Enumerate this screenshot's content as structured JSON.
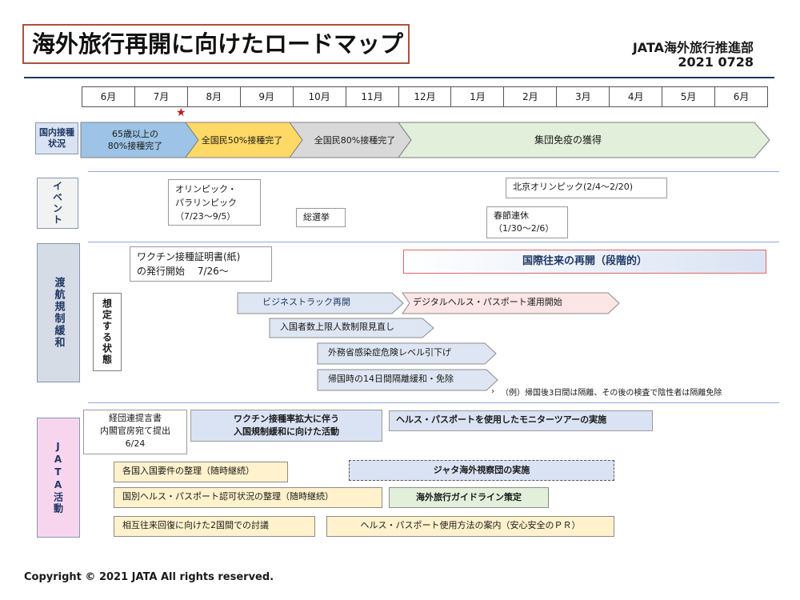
{
  "header": {
    "title": "海外旅行再開に向けたロードマップ",
    "org": "JATA海外旅行推進部",
    "date": "2021 0728"
  },
  "months": [
    "6月",
    "7月",
    "8月",
    "9月",
    "10月",
    "11月",
    "12月",
    "1月",
    "2月",
    "3月",
    "4月",
    "5月",
    "6月"
  ],
  "sections": {
    "vaccination": "国内接種\n状況",
    "events": "イベント",
    "travel": "渡航規制緩和",
    "jata": "JATA活動",
    "assumed": "想定する状態"
  },
  "vaccination_stages": [
    {
      "label": "65歳以上の\n80%接種完了",
      "color": "#9dc3e6"
    },
    {
      "label": "全国民50%接種完了",
      "color": "#ffd966"
    },
    {
      "label": "全国民80%接種完了",
      "color": "#d9d9d9"
    },
    {
      "label": "集団免疫の獲得",
      "color": "#e2efda"
    }
  ],
  "events": {
    "olympics": "オリンピック・\nパラリンピック\n（7/23～9/5）",
    "election": "総選挙",
    "beijing": "北京オリンピック(2/4～2/20)",
    "spring": "春節連休\n（1/30～2/6）"
  },
  "travel": {
    "certificate": "ワクチン接種証明書(紙)\nの発行開始　 7/26～",
    "intl_resume": "国際往来の再開（段階的）",
    "business_track": "ビジネストラック再開",
    "digital_passport": "デジタルヘルス・パスポート運用開始",
    "entry_limit": "入国者数上限人数制限見直し",
    "risk_level": "外務省感染症危険レベル引下げ",
    "quarantine": "帰国時の14日間隔離緩和・免除",
    "example": "（例）帰国後3日間は隔離、その後の検査で陰性者は隔離免除"
  },
  "jata": {
    "proposal": "経団連提言書\n内閣官房宛て提出\n6/24",
    "vaccine_expand": "ワクチン接種率拡大に伴う\n入国規制緩和に向けた活動",
    "monitor_tour": "ヘルス・パスポートを使用したモニターツアーの実施",
    "entry_req": "各国入国要件の整理（随時継続）",
    "jakarta": "ジャタ海外視察団の実施",
    "passport_status": "国別ヘルス・パスポート認可状況の整理（随時継続）",
    "guideline": "海外旅行ガイドライン策定",
    "bilateral": "相互往来回復に向けた2国間での討議",
    "passport_guide": "ヘルス・パスポート使用方法の案内（安心安全のＰＲ）"
  },
  "footer": {
    "copyright": "Copyright © 2021  JATA  All rights reserved."
  },
  "icons": {
    "star": "star-icon"
  },
  "colors": {
    "title_border": "#b0513a",
    "rule": "#1f3864",
    "star": "#c0171d",
    "vaccination_side": "#dae3f3",
    "events_side": "#f2f2f2",
    "travel_side": "#d6dce5",
    "jata_side": "#f8d5ef"
  }
}
